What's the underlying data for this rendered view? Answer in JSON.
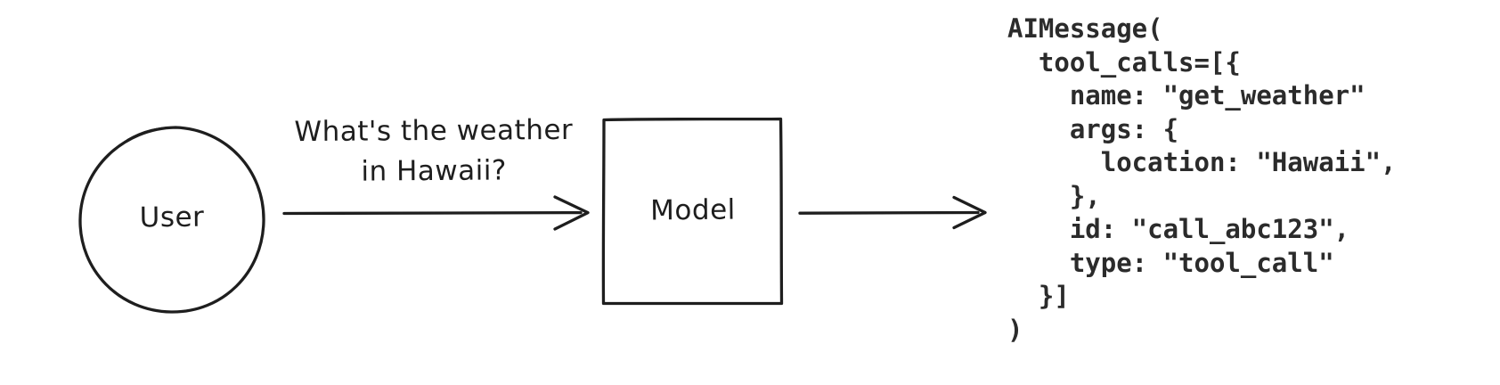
{
  "diagram": {
    "user_node": {
      "label": "User",
      "shape": "circle"
    },
    "model_node": {
      "label": "Model",
      "shape": "rectangle"
    },
    "request_arrow": {
      "label_line1": "What's the weather",
      "label_line2": "in Hawaii?"
    },
    "response_arrow": {
      "label": ""
    },
    "output_code": "AIMessage(\n  tool_calls=[{\n    name: \"get_weather\"\n    args: {\n      location: \"Hawaii\",\n    },\n    id: \"call_abc123\",\n    type: \"tool_call\"\n  }]\n)",
    "colors": {
      "stroke": "#1e1e1e",
      "code_text": "#2b2b2b",
      "background": "#ffffff"
    }
  }
}
